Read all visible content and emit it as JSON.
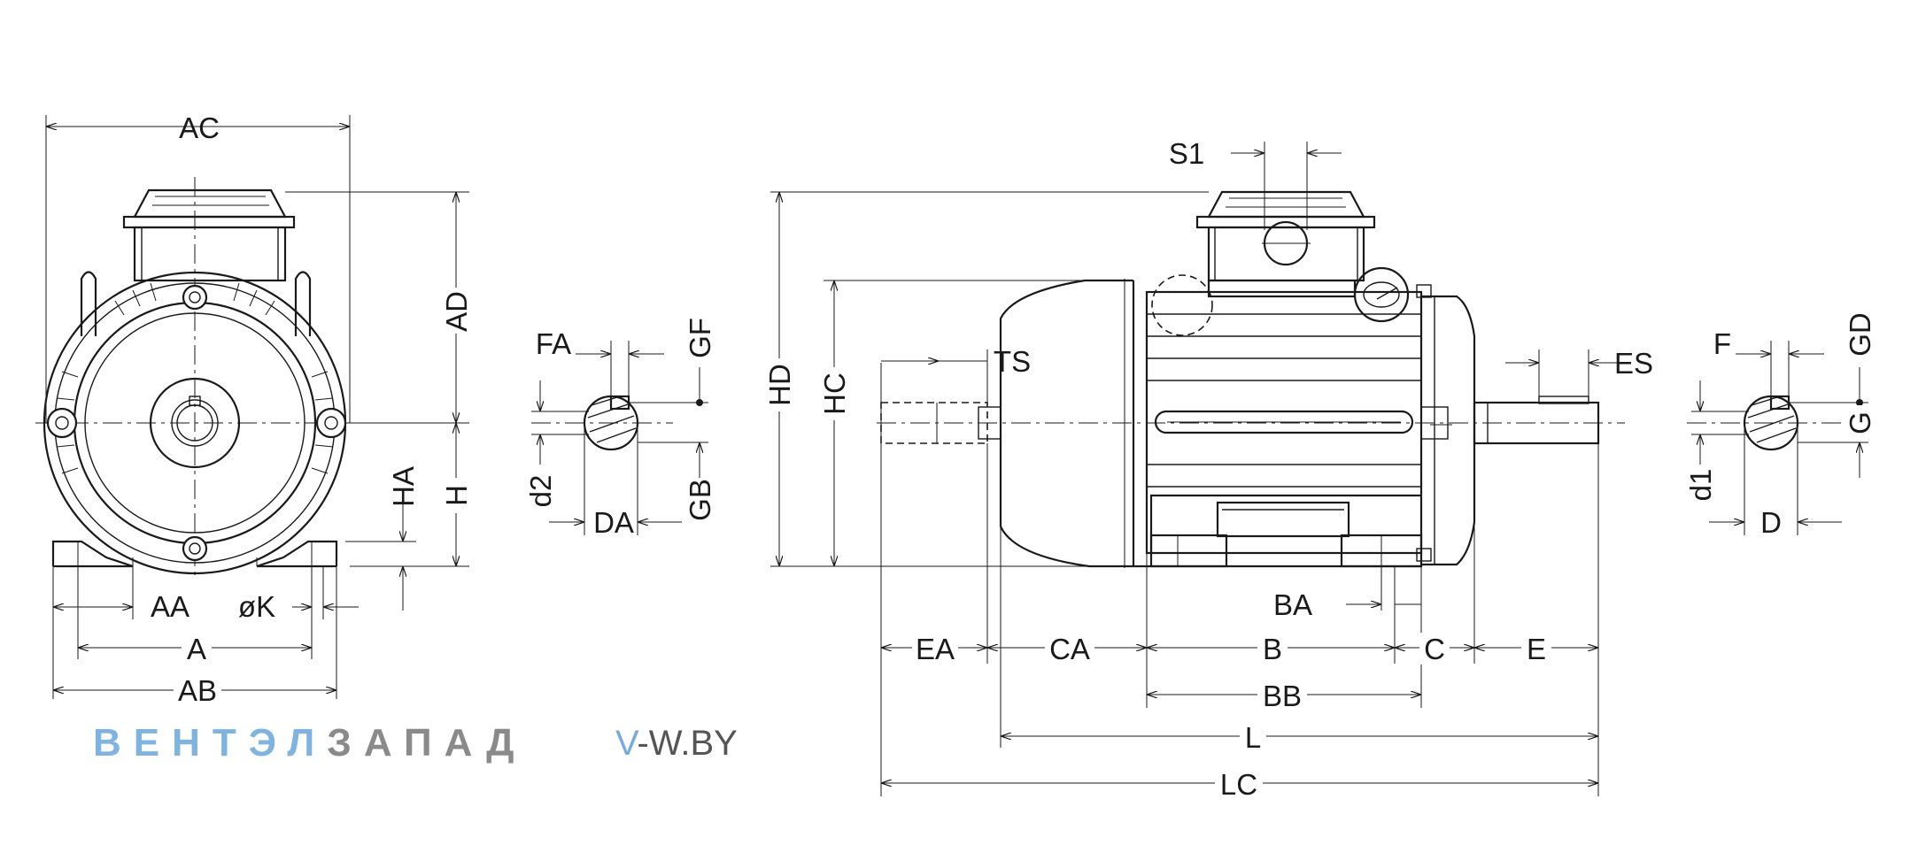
{
  "brand": {
    "part1": "ВЕНТЭЛ",
    "part2": "ЗАПАД",
    "part1_color": "#7fb4e0",
    "part2_color": "#8a8a8a"
  },
  "website": {
    "prefix": "V",
    "rest": "-W.BY"
  },
  "front_view": {
    "labels": {
      "ac": "AC",
      "ad": "AD",
      "ha": "HA",
      "h": "H",
      "aa": "AA",
      "k": "øK",
      "a": "A",
      "ab": "AB"
    }
  },
  "shaft_section_drive": {
    "labels": {
      "fa": "FA",
      "gf": "GF",
      "d2": "d2",
      "da": "DA",
      "gb": "GB"
    }
  },
  "side_view": {
    "labels": {
      "s1": "S1",
      "ts": "TS",
      "hd": "HD",
      "hc": "HC",
      "es": "ES",
      "ba": "BA",
      "ea": "EA",
      "ca": "CA",
      "b": "B",
      "c": "C",
      "e": "E",
      "bb": "BB",
      "l": "L",
      "lc": "LC"
    }
  },
  "shaft_section_main": {
    "labels": {
      "f": "F",
      "gd": "GD",
      "g": "G",
      "d1": "d1",
      "d": "D"
    }
  },
  "colors": {
    "line": "#1a1a1a",
    "background": "#ffffff"
  }
}
